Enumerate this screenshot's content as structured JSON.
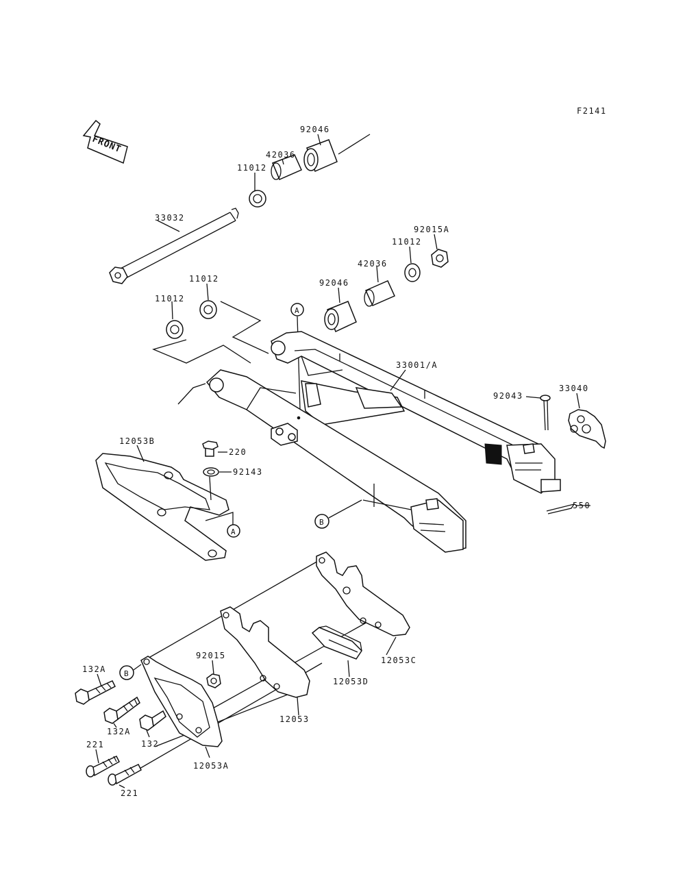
{
  "figure_id": "F2141",
  "direction_label": "FRONT",
  "parts": {
    "p92046_top": "92046",
    "p42036_top": "42036",
    "p11012_top": "11012",
    "p33032": "33032",
    "p92015A": "92015A",
    "p11012_r": "11012",
    "p42036_r": "42036",
    "p92046_r": "92046",
    "p11012_l2": "11012",
    "p11012_l1": "11012",
    "p33001A": "33001/A",
    "p92043": "92043",
    "p33040": "33040",
    "p12053B": "12053B",
    "p220": "220",
    "p92143": "92143",
    "p550": "550",
    "p132A_1": "132A",
    "p92015": "92015",
    "p132A_2": "132A",
    "p132": "132",
    "p221_1": "221",
    "p221_2": "221",
    "p12053": "12053",
    "p12053A": "12053A",
    "p12053C": "12053C",
    "p12053D": "12053D"
  },
  "refs": {
    "A1": "A",
    "A2": "A",
    "B1": "B",
    "B2": "B"
  }
}
